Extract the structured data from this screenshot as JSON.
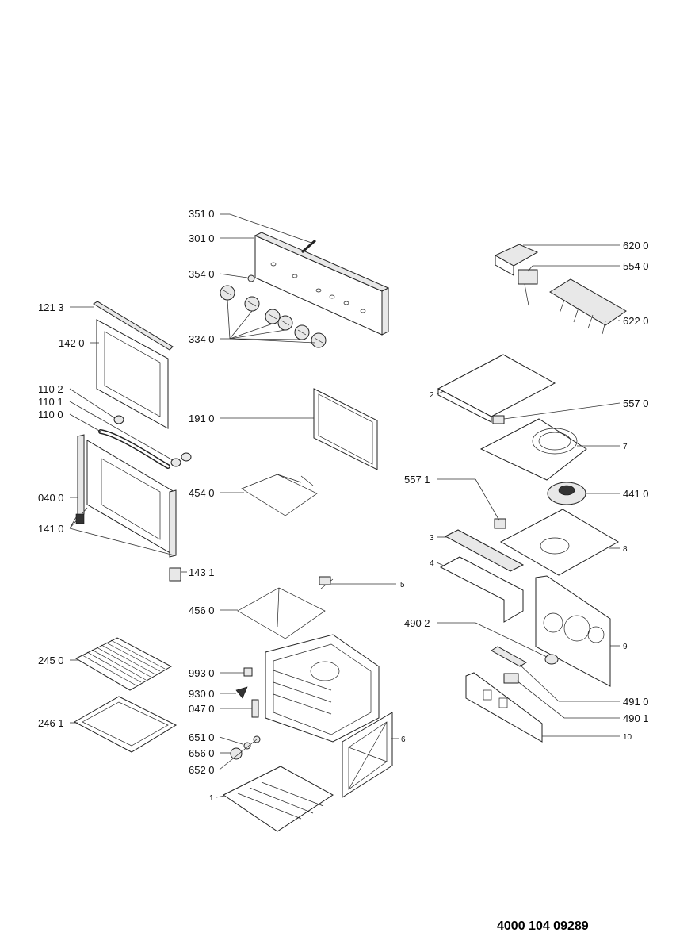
{
  "document_number": "4000 104 09289",
  "callouts": {
    "c351": "351 0",
    "c301": "301 0",
    "c354": "354 0",
    "c334": "334 0",
    "c121": "121 3",
    "c142": "142 0",
    "c1102": "110 2",
    "c1101": "110 1",
    "c1100": "110 0",
    "c191": "191 0",
    "c040": "040 0",
    "c141": "141 0",
    "c454": "454 0",
    "c143": "143 1",
    "c456": "456 0",
    "c245": "245 0",
    "c246": "246 1",
    "c993": "993 0",
    "c930": "930 0",
    "c047": "047 0",
    "c651": "651 0",
    "c656": "656 0",
    "c652": "652 0",
    "c620": "620 0",
    "c554": "554 0",
    "c622": "622 0",
    "c557a": "557 0",
    "c5571": "557 1",
    "c441": "441 0",
    "c4902": "490 2",
    "c4910": "491 0",
    "c4901": "490 1",
    "n1": "1",
    "n2": "2",
    "n3": "3",
    "n4": "4",
    "n5": "5",
    "n6": "6",
    "n7": "7",
    "n8": "8",
    "n9": "9",
    "n10": "10"
  }
}
